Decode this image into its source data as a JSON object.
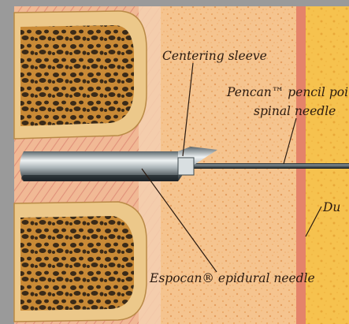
{
  "illustration": {
    "labels": {
      "centering_sleeve": "Centering sleeve",
      "pencan_line1": "Pencan™ pencil point",
      "pencan_line2": "spinal needle",
      "dura": "Du",
      "espocan": "Espocan® epidural needle"
    },
    "colors": {
      "frame_gray": "#9a9a9a",
      "ligament_orange": "#f2b37a",
      "epidural_space_peach": "#f7c99a",
      "dura_line": "#e4836a",
      "csf_yellow": "#f7c64a",
      "bone_cortex": "#ecc88a",
      "bone_marrow": "#c9872e",
      "trabecular_dark": "#3a2a18",
      "needle_metal": "#8e979c",
      "needle_dark": "#1c2428"
    }
  }
}
